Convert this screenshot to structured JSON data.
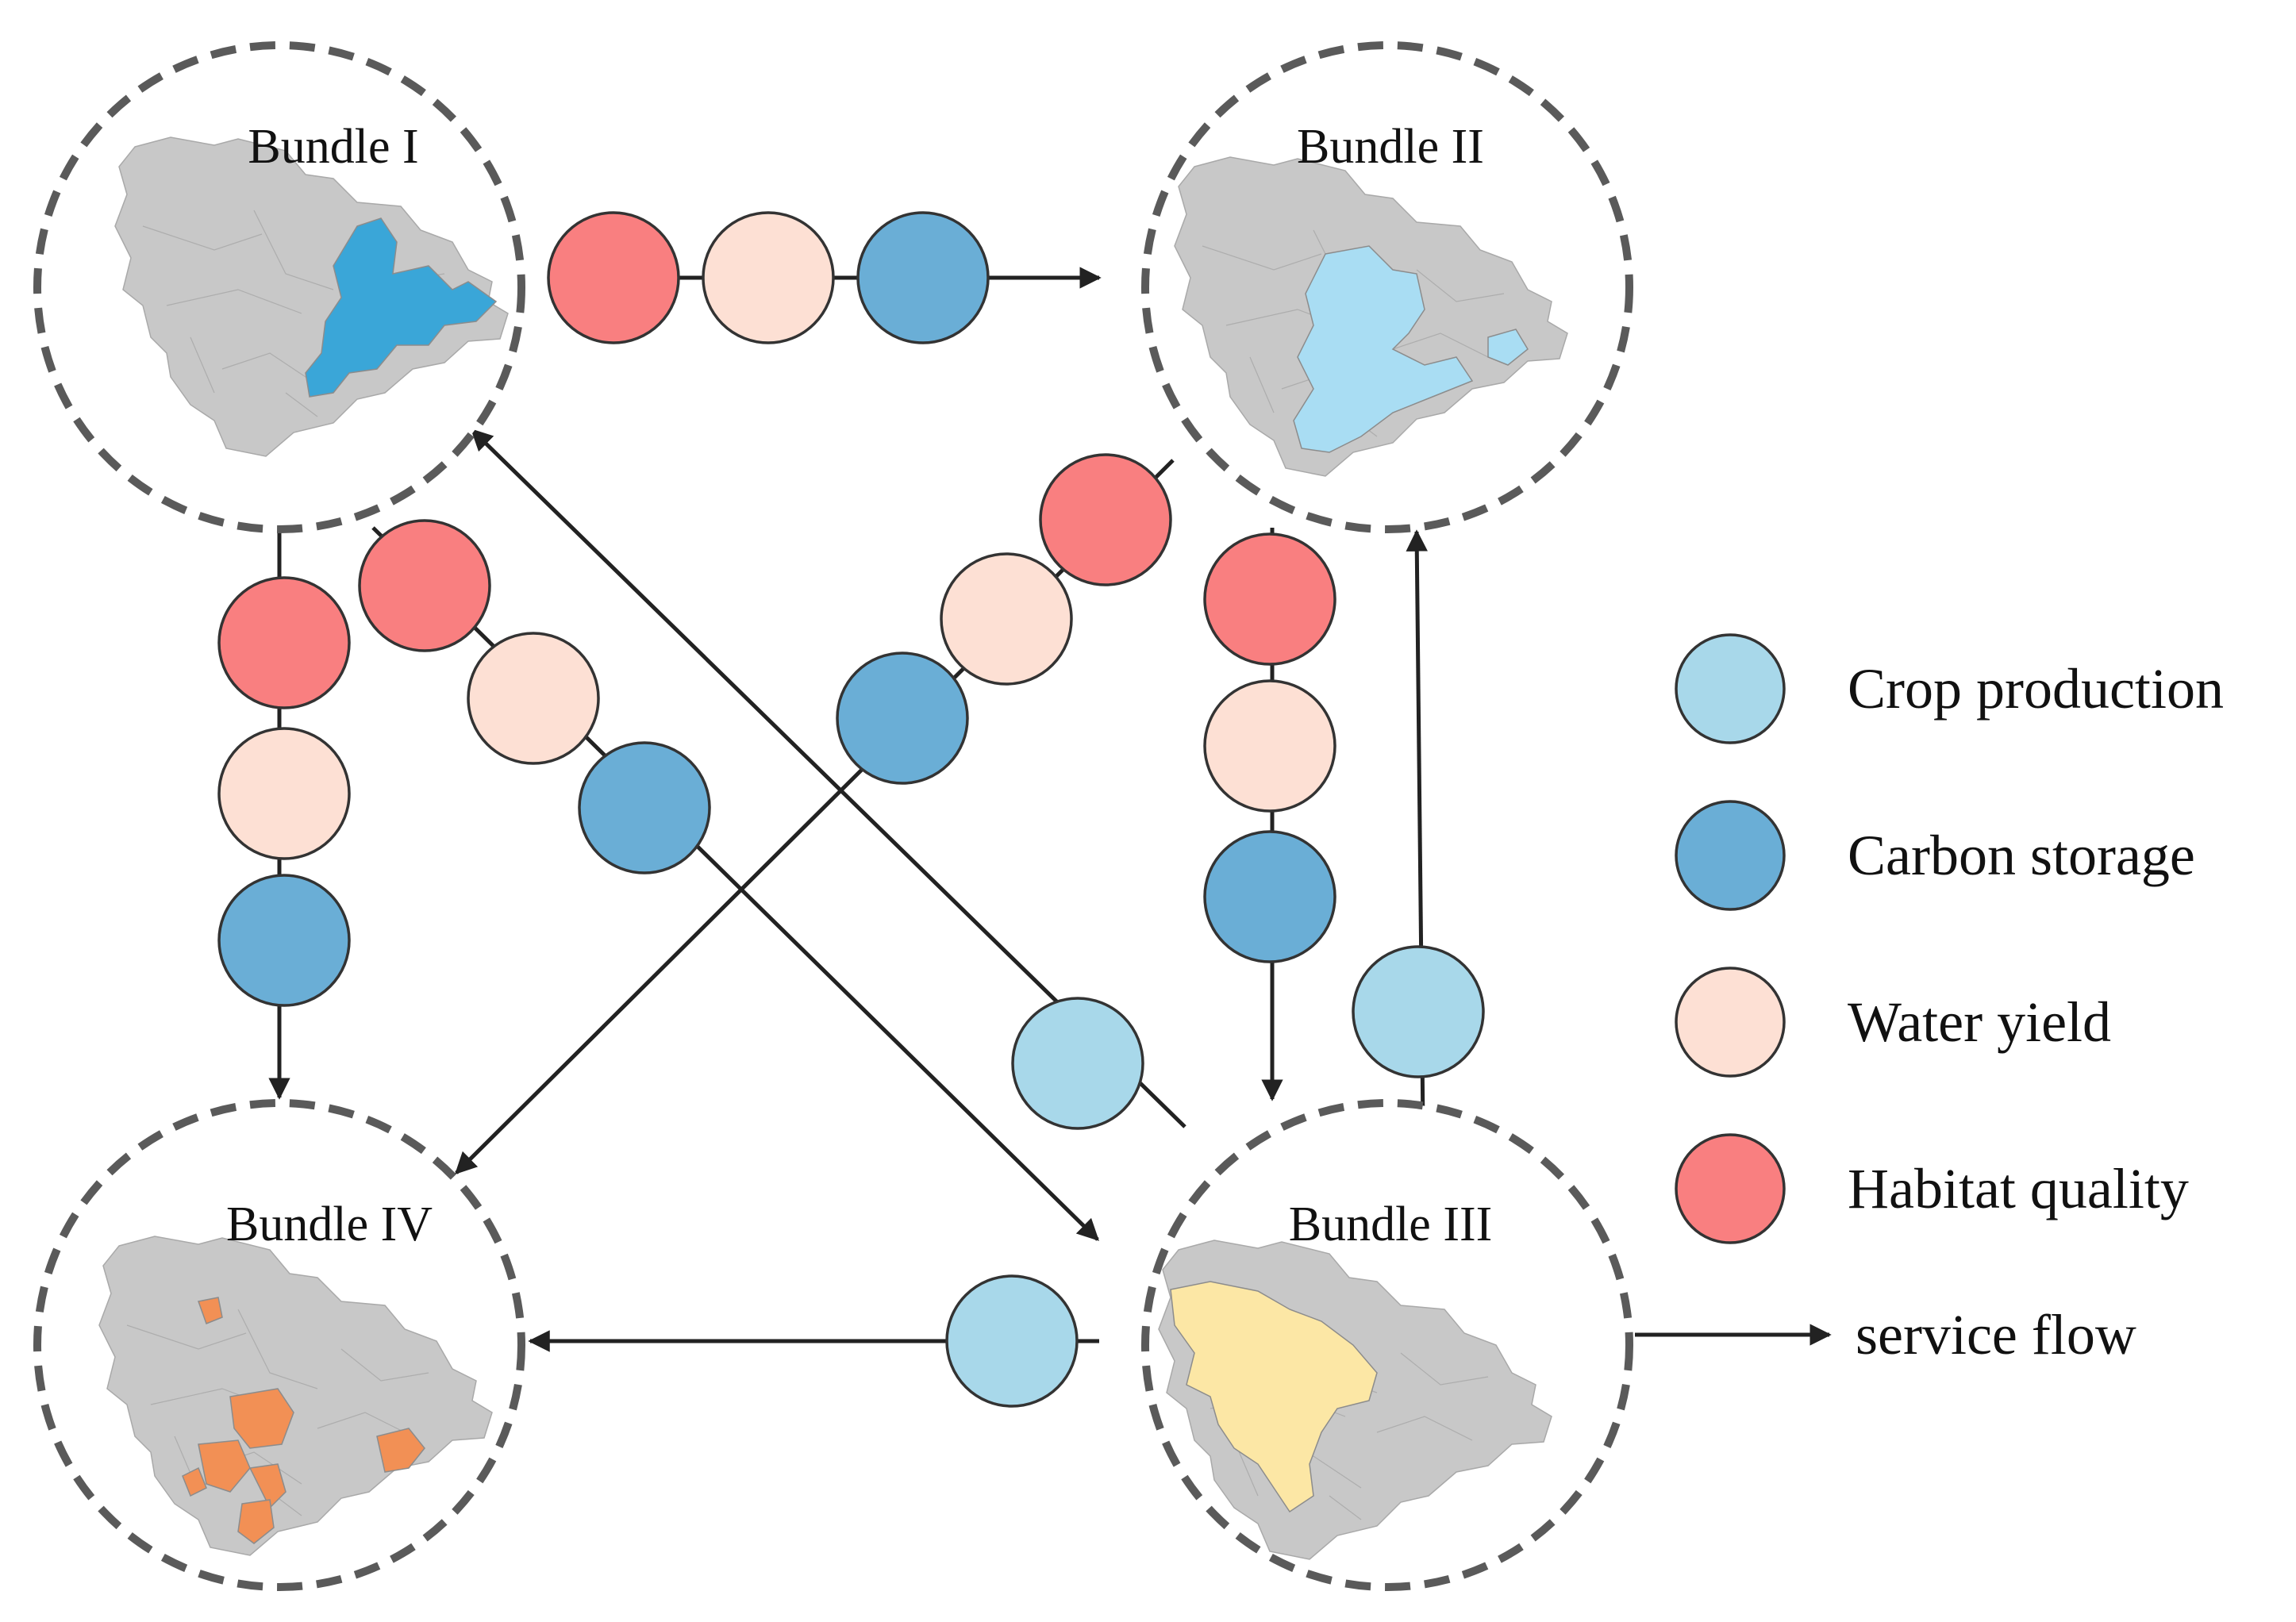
{
  "colors": {
    "crop_production": "#a8d8ea",
    "carbon_storage": "#6aaed6",
    "water_yield": "#fde0d4",
    "habitat_quality": "#f97f80",
    "bundle_I_map": "#3aa6d8",
    "bundle_II_map": "#a9ddf3",
    "bundle_III_map": "#fce7a5",
    "bundle_IV_map": "#f29055",
    "map_base": "#c8c8c8"
  },
  "bundles": [
    {
      "id": "I",
      "label": "Bundle I"
    },
    {
      "id": "II",
      "label": "Bundle II"
    },
    {
      "id": "III",
      "label": "Bundle III"
    },
    {
      "id": "IV",
      "label": "Bundle IV"
    }
  ],
  "flows": [
    {
      "from": "I",
      "to": "II",
      "services": [
        "habitat_quality",
        "water_yield",
        "carbon_storage"
      ]
    },
    {
      "from": "I",
      "to": "IV",
      "services": [
        "habitat_quality",
        "water_yield",
        "carbon_storage"
      ]
    },
    {
      "from": "I",
      "to": "III",
      "services": [
        "habitat_quality",
        "water_yield",
        "carbon_storage"
      ]
    },
    {
      "from": "II",
      "to": "IV",
      "services": [
        "habitat_quality",
        "water_yield",
        "carbon_storage"
      ]
    },
    {
      "from": "II",
      "to": "III",
      "services": [
        "habitat_quality",
        "water_yield",
        "carbon_storage"
      ]
    },
    {
      "from": "III",
      "to": "I",
      "services": [
        "crop_production"
      ]
    },
    {
      "from": "III",
      "to": "II",
      "services": [
        "crop_production"
      ]
    },
    {
      "from": "III",
      "to": "IV",
      "services": [
        "crop_production"
      ]
    }
  ],
  "legend": {
    "items": [
      {
        "key": "crop_production",
        "label": "Crop production"
      },
      {
        "key": "carbon_storage",
        "label": "Carbon storage"
      },
      {
        "key": "water_yield",
        "label": "Water yield"
      },
      {
        "key": "habitat_quality",
        "label": "Habitat quality"
      }
    ],
    "flow_label": "service flow"
  }
}
